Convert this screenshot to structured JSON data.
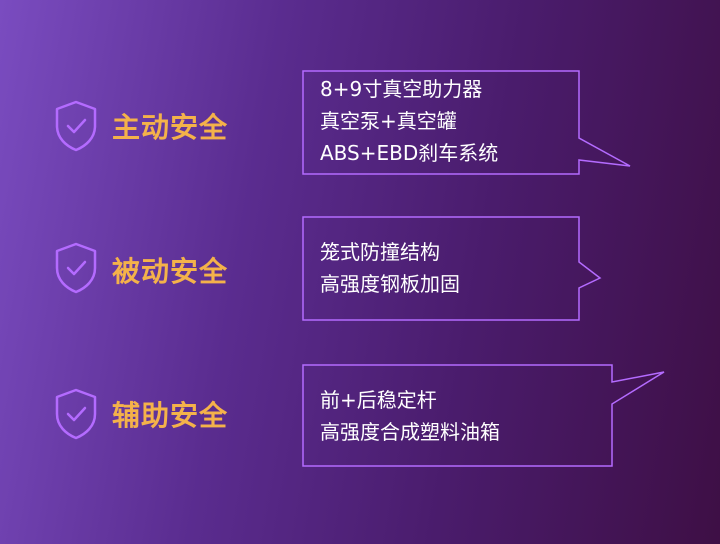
{
  "colors": {
    "accent_text": "#f4b24a",
    "shield_stroke": "#b46bff",
    "bubble_stroke": "#b46bff",
    "body_text": "#ffffff"
  },
  "sections": [
    {
      "icon": "shield-check-icon",
      "title": "主动安全",
      "lines": [
        "8+9寸真空助力器",
        "真空泵+真空罐",
        "ABS+EBD刹车系统"
      ]
    },
    {
      "icon": "shield-check-icon",
      "title": "被动安全",
      "lines": [
        "笼式防撞结构",
        "高强度钢板加固"
      ]
    },
    {
      "icon": "shield-check-icon",
      "title": "辅助安全",
      "lines": [
        "前+后稳定杆",
        "高强度合成塑料油箱"
      ]
    }
  ]
}
